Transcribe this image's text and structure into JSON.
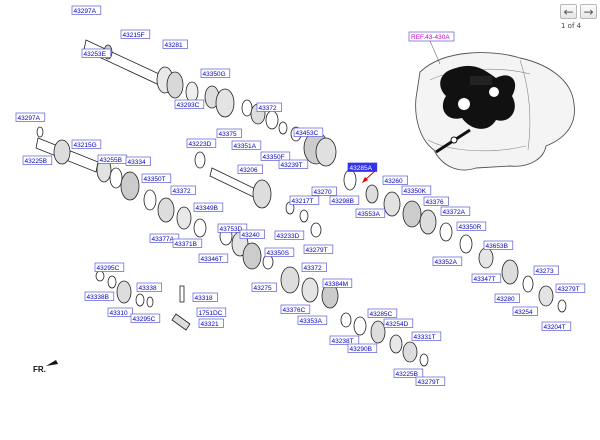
{
  "pager": {
    "prev_icon": "arrow-left-icon",
    "next_icon": "arrow-right-icon",
    "page_indicator": "1 of 4"
  },
  "reference_label": "REF.43-430A",
  "highlighted_part": "43285A",
  "orientation_label": "FR.",
  "colors": {
    "label_text": "#0000bb",
    "label_border": "#5b5bd6",
    "highlight_fill": "#3333ee",
    "highlight_text": "#ffffff",
    "ref_text": "#cc00cc",
    "pointer_arrow": "#e00000"
  },
  "part_labels": [
    "43297A",
    "43215F",
    "43253E",
    "43281",
    "43350G",
    "43293C",
    "43372",
    "43375",
    "43351A",
    "43223D",
    "43350F",
    "43453C",
    "43239T",
    "43297A",
    "43215G",
    "43225B",
    "43255B",
    "43334",
    "43350T",
    "43206",
    "43270",
    "43285A",
    "43260",
    "43298B",
    "43350K",
    "43553A",
    "43376",
    "43372A",
    "43372",
    "43349B",
    "43377A",
    "43371B",
    "43346T",
    "43217T",
    "43753D",
    "43240",
    "43233D",
    "43350S",
    "43279T",
    "43275",
    "43350R",
    "43653B",
    "43352A",
    "43347T",
    "43273",
    "43279T",
    "43280",
    "43254",
    "43204T",
    "43295C",
    "43338",
    "43338B",
    "43318",
    "43310",
    "43295C",
    "1751DC",
    "43321",
    "43372",
    "43384M",
    "43376C",
    "43353A",
    "43285C",
    "43254D",
    "43238T",
    "43290B",
    "43331T",
    "43225B",
    "43279T"
  ]
}
